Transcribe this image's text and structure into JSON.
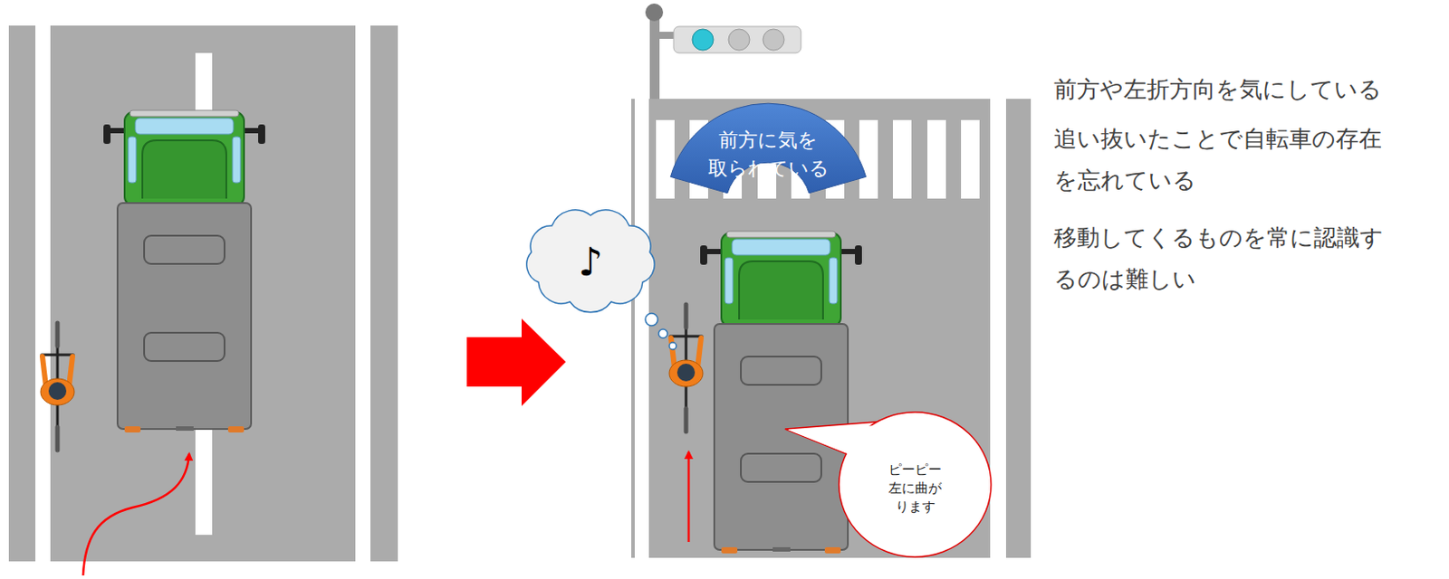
{
  "diagram": {
    "nodes": [
      {
        "text": [
          "前方に気を 取られている"
        ]
      },
      {
        "text": [
          "♪"
        ]
      },
      {
        "text": [
          "ピーピー 左に曲が ります"
        ]
      }
    ],
    "labels": [
      "前方や左折方向を気にしている",
      "追い抜いたことで自転車の存在 を忘れている",
      "移動してくるものを常に認識す るのは難しい"
    ]
  }
}
